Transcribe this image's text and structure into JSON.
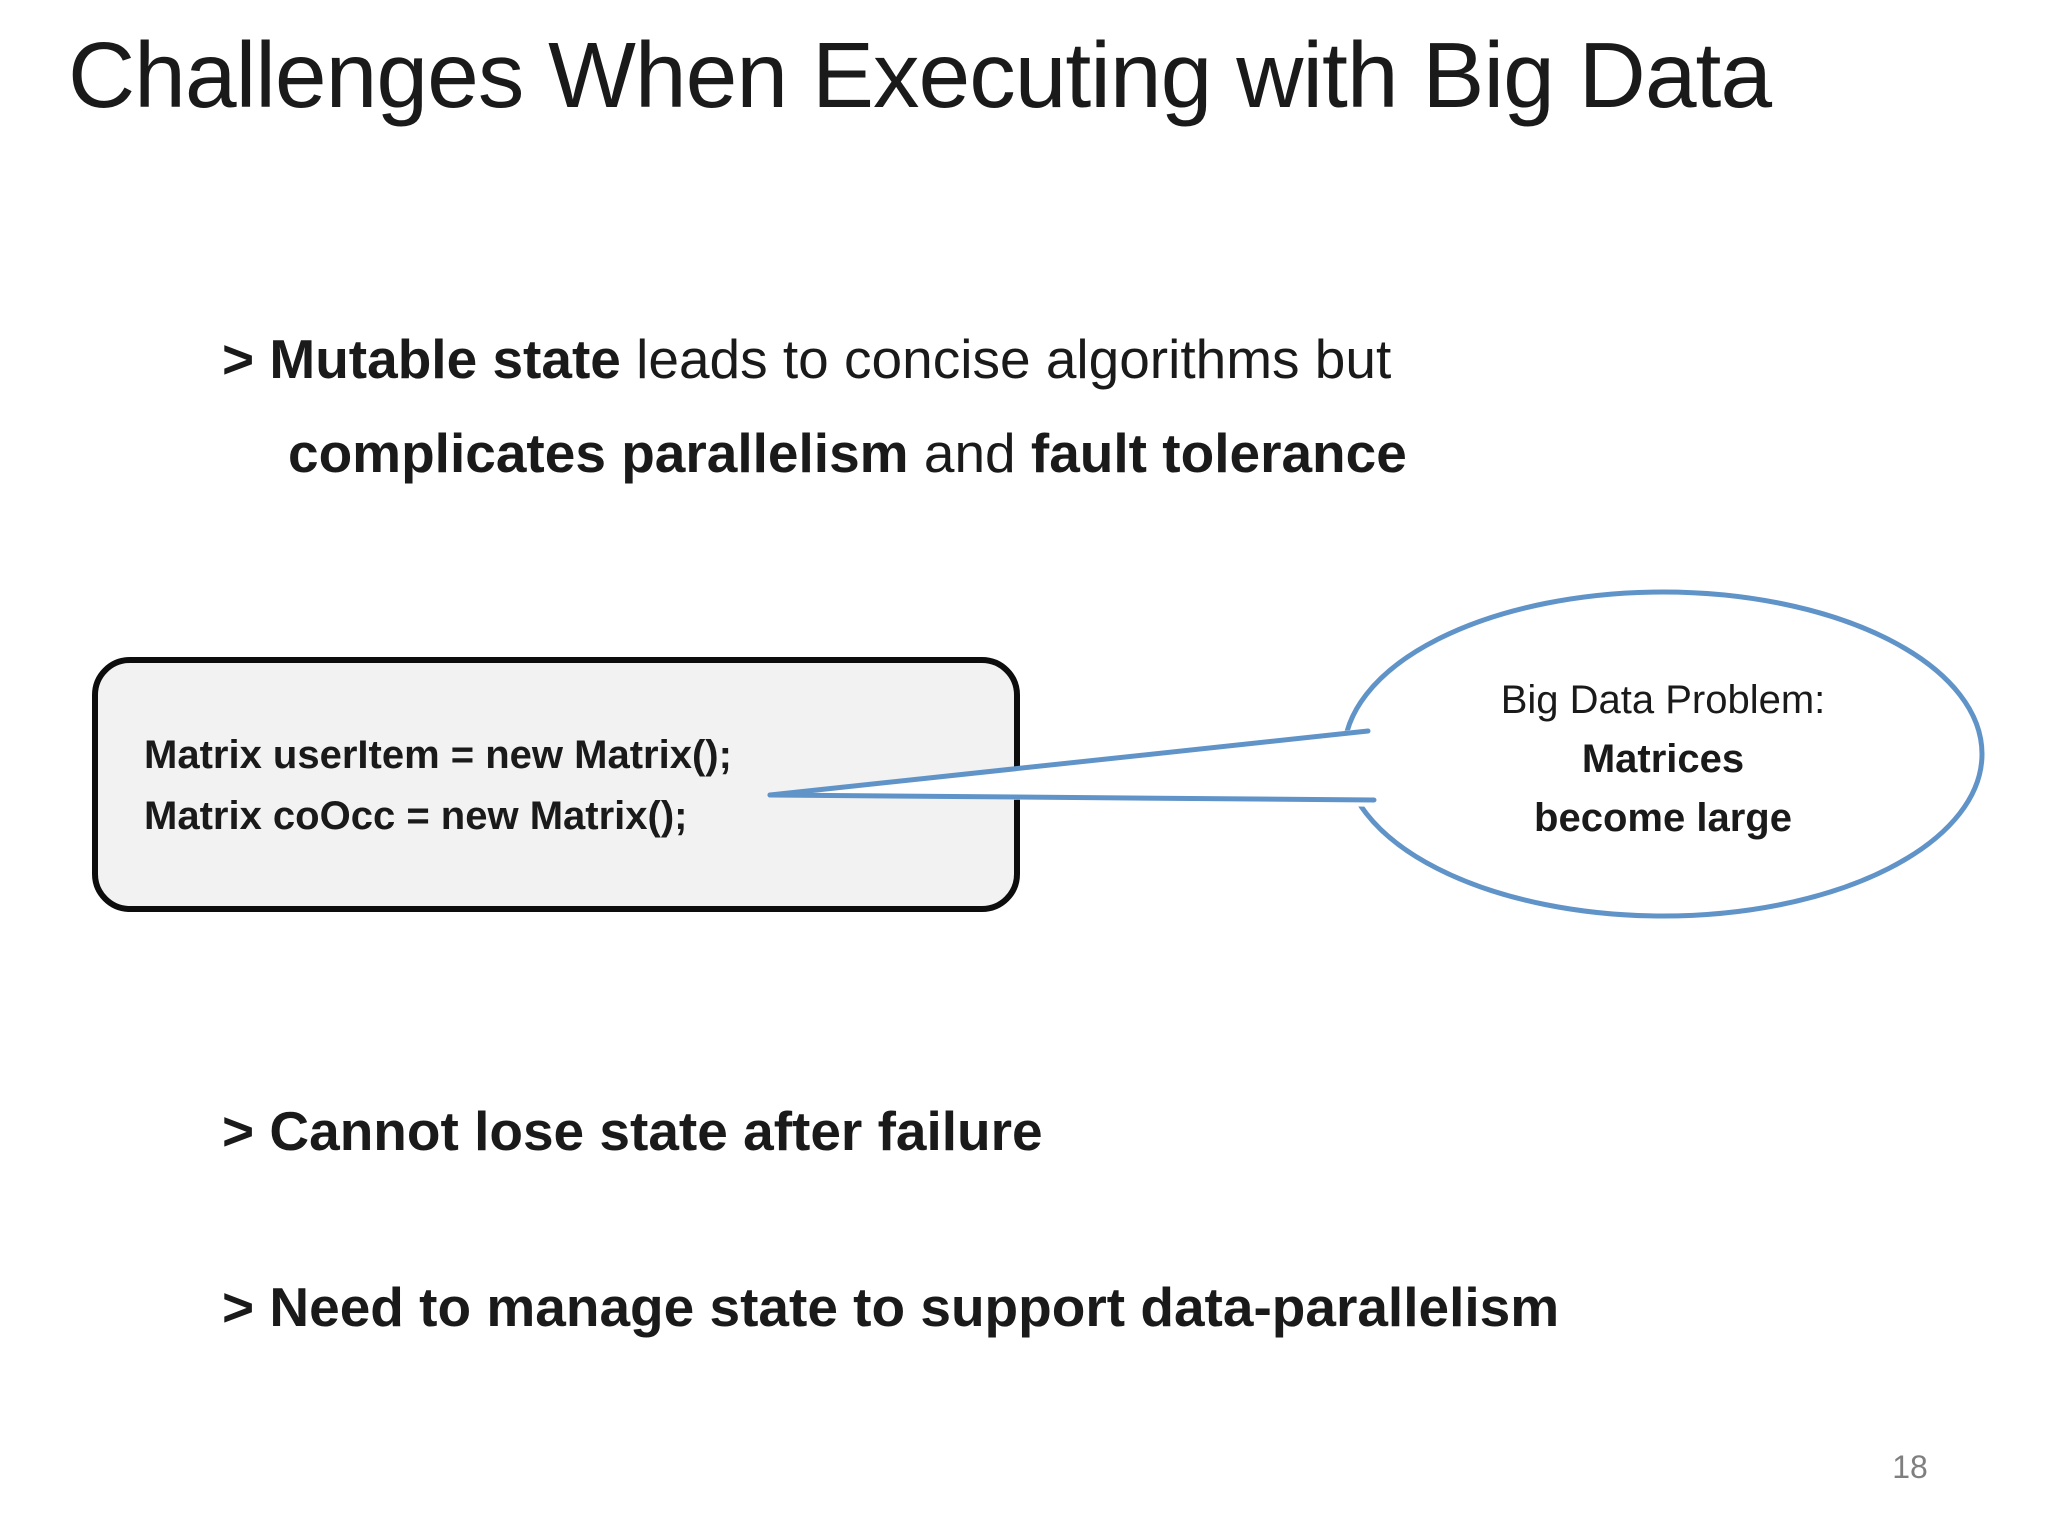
{
  "slide": {
    "title": "Challenges When Executing with Big Data",
    "bullet1": {
      "marker_and_bold": "> Mutable state",
      "rest_line1": " leads to concise algorithms but",
      "line2_bold1": "complicates parallelism",
      "line2_plain": " and ",
      "line2_bold2": "fault tolerance"
    },
    "code_box": {
      "line1": "Matrix userItem = new Matrix();",
      "line2": "Matrix coOcc = new Matrix();"
    },
    "bubble": {
      "line1": "Big Data Problem:",
      "line2": "Matrices",
      "line3": "become large"
    },
    "bullet2": "> Cannot lose state after failure",
    "bullet3": "> Need to manage state to support data-parallelism",
    "page_number": "18",
    "colors": {
      "bubble_stroke": "#6094c8",
      "code_box_fill": "#f2f2f2",
      "code_box_border": "#0d0d0d",
      "text": "#1a1a1a",
      "page_number": "#7f7f7f"
    }
  }
}
